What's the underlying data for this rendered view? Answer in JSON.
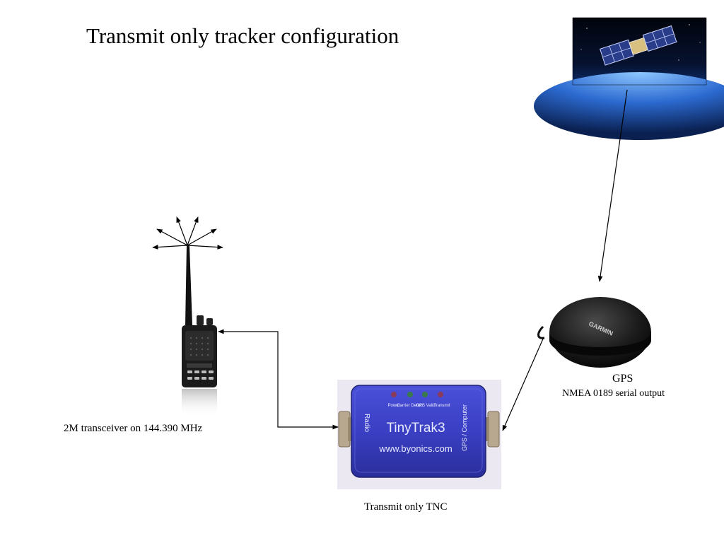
{
  "title": "Transmit only tracker configuration",
  "radio": {
    "caption": "2M transceiver on 144.390 MHz"
  },
  "tnc": {
    "caption": "Transmit only TNC",
    "brand": "TinyTrak3",
    "url": "www.byonics.com",
    "port_left": "Radio",
    "port_right": "GPS / Computer",
    "leds": [
      "Power",
      "Carrier Detect",
      "GPS Valid",
      "Transmit"
    ]
  },
  "gps": {
    "caption": "GPS",
    "subcaption": "NMEA 0189 serial output",
    "logo": "GARMIN"
  },
  "colors": {
    "tnc_blue": "#3a3fc4",
    "arrow": "#000000"
  }
}
